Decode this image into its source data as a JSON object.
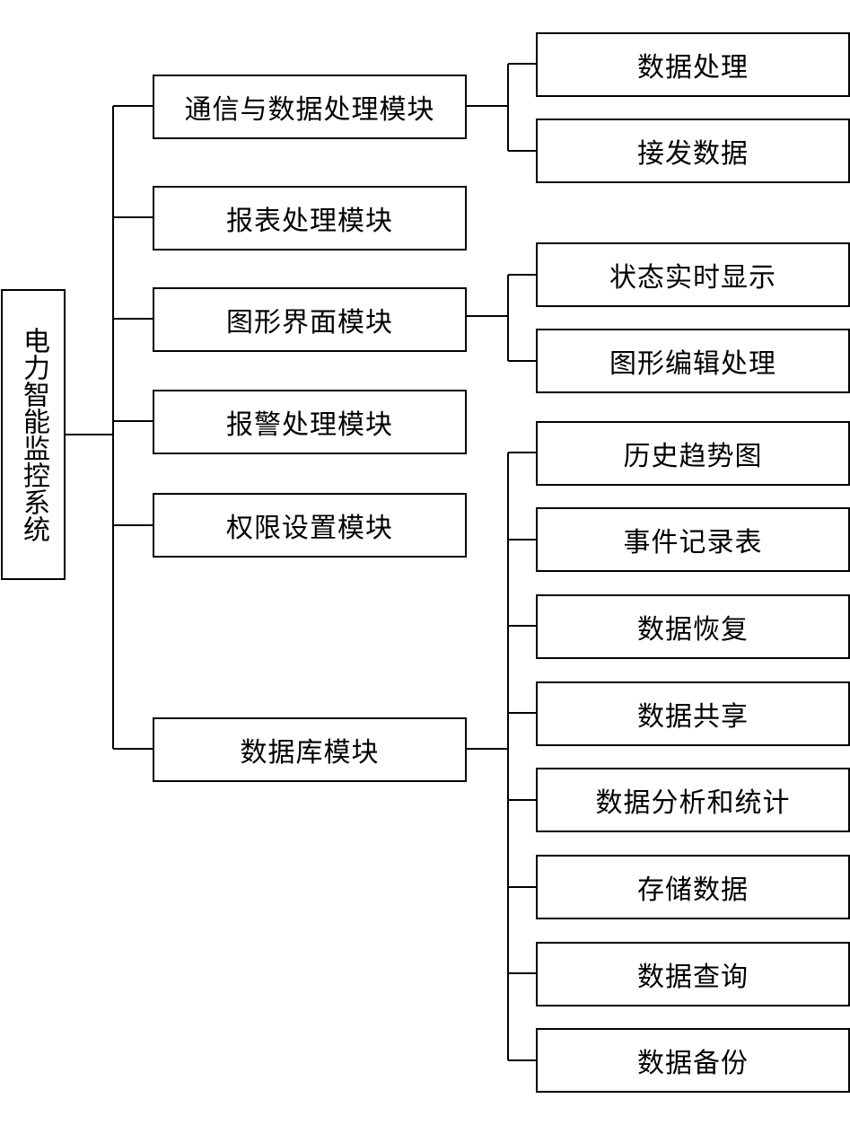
{
  "root": {
    "label": "电力智能监控系统"
  },
  "modules": [
    {
      "label": "通信与数据处理模块",
      "children": [
        "数据处理",
        "接发数据"
      ]
    },
    {
      "label": "报表处理模块",
      "children": []
    },
    {
      "label": "图形界面模块",
      "children": [
        "状态实时显示",
        "图形编辑处理"
      ]
    },
    {
      "label": "报警处理模块",
      "children": []
    },
    {
      "label": "权限设置模块",
      "children": []
    },
    {
      "label": "数据库模块",
      "children": [
        "历史趋势图",
        "事件记录表",
        "数据恢复",
        "数据共享",
        "数据分析和统计",
        "存储数据",
        "数据查询",
        "数据备份"
      ]
    }
  ]
}
